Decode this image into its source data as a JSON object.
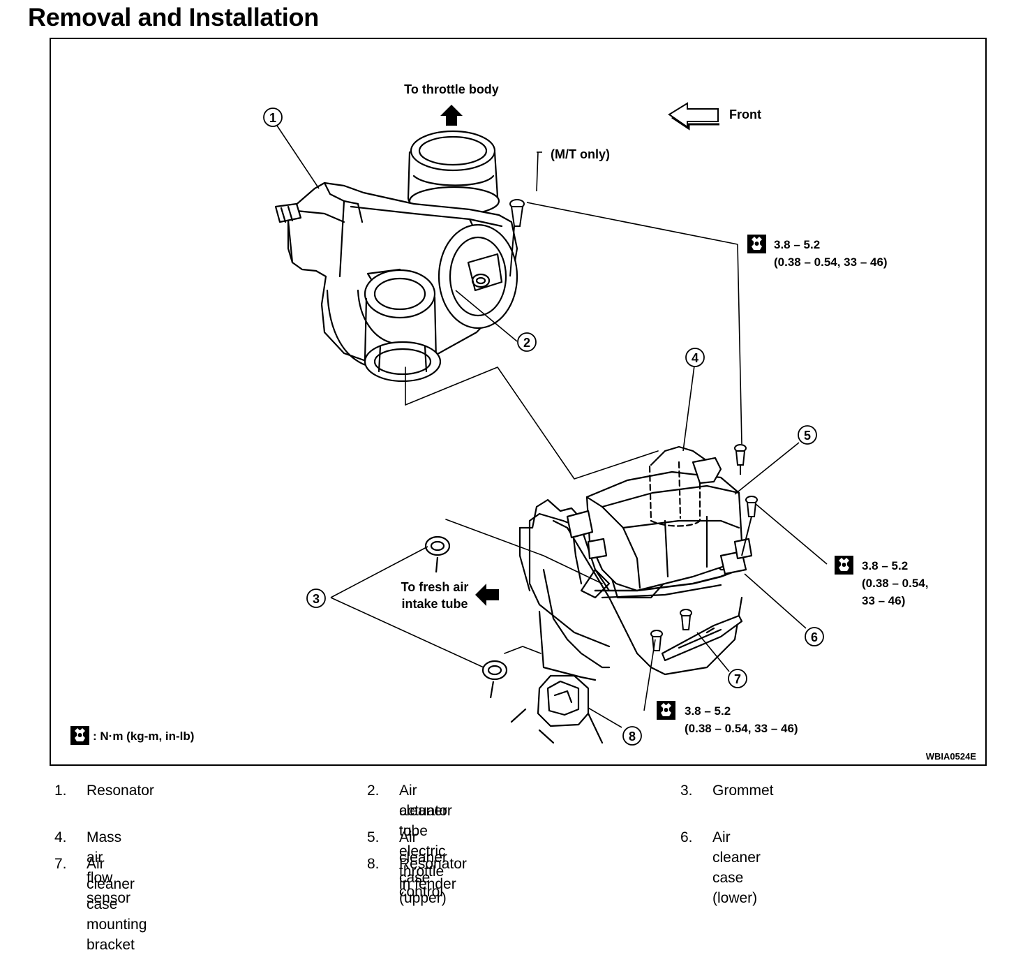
{
  "page_title": "Removal and Installation",
  "figure": {
    "labels": {
      "to_throttle_body": "To throttle body",
      "front": "Front",
      "mt_only": "(M/T only)",
      "to_fresh_air_line1": "To fresh air",
      "to_fresh_air_line2": "intake tube",
      "figure_code": "WBIA0524E"
    },
    "torque_specs": [
      {
        "line1": "3.8 – 5.2",
        "line2": "(0.38 – 0.54, 33 – 46)"
      },
      {
        "line1": "3.8 – 5.2",
        "line2": "(0.38 – 0.54,",
        "line3": "33 – 46)"
      },
      {
        "line1": "3.8 – 5.2",
        "line2": "(0.38 – 0.54, 33 – 46)"
      }
    ],
    "unit_note": ": N·m (kg-m, in-lb)",
    "callouts": [
      "1",
      "2",
      "3",
      "4",
      "5",
      "6",
      "7",
      "8"
    ],
    "icons": [
      "torque-wrench-icon",
      "up-arrow-icon",
      "front-arrow-icon",
      "left-arrow-icon"
    ]
  },
  "legend": [
    {
      "num": "1.",
      "label": "Resonator"
    },
    {
      "num": "2.",
      "label": "Air cleaner to electric throttle control",
      "label2": "actuator tube"
    },
    {
      "num": "3.",
      "label": "Grommet"
    },
    {
      "num": "4.",
      "label": "Mass air flow sensor"
    },
    {
      "num": "5.",
      "label": "Air cleaner case (upper)"
    },
    {
      "num": "6.",
      "label": "Air cleaner case (lower)"
    },
    {
      "num": "7.",
      "label": "Air cleaner case mounting bracket"
    },
    {
      "num": "8.",
      "label": "Resonator in fender"
    }
  ]
}
